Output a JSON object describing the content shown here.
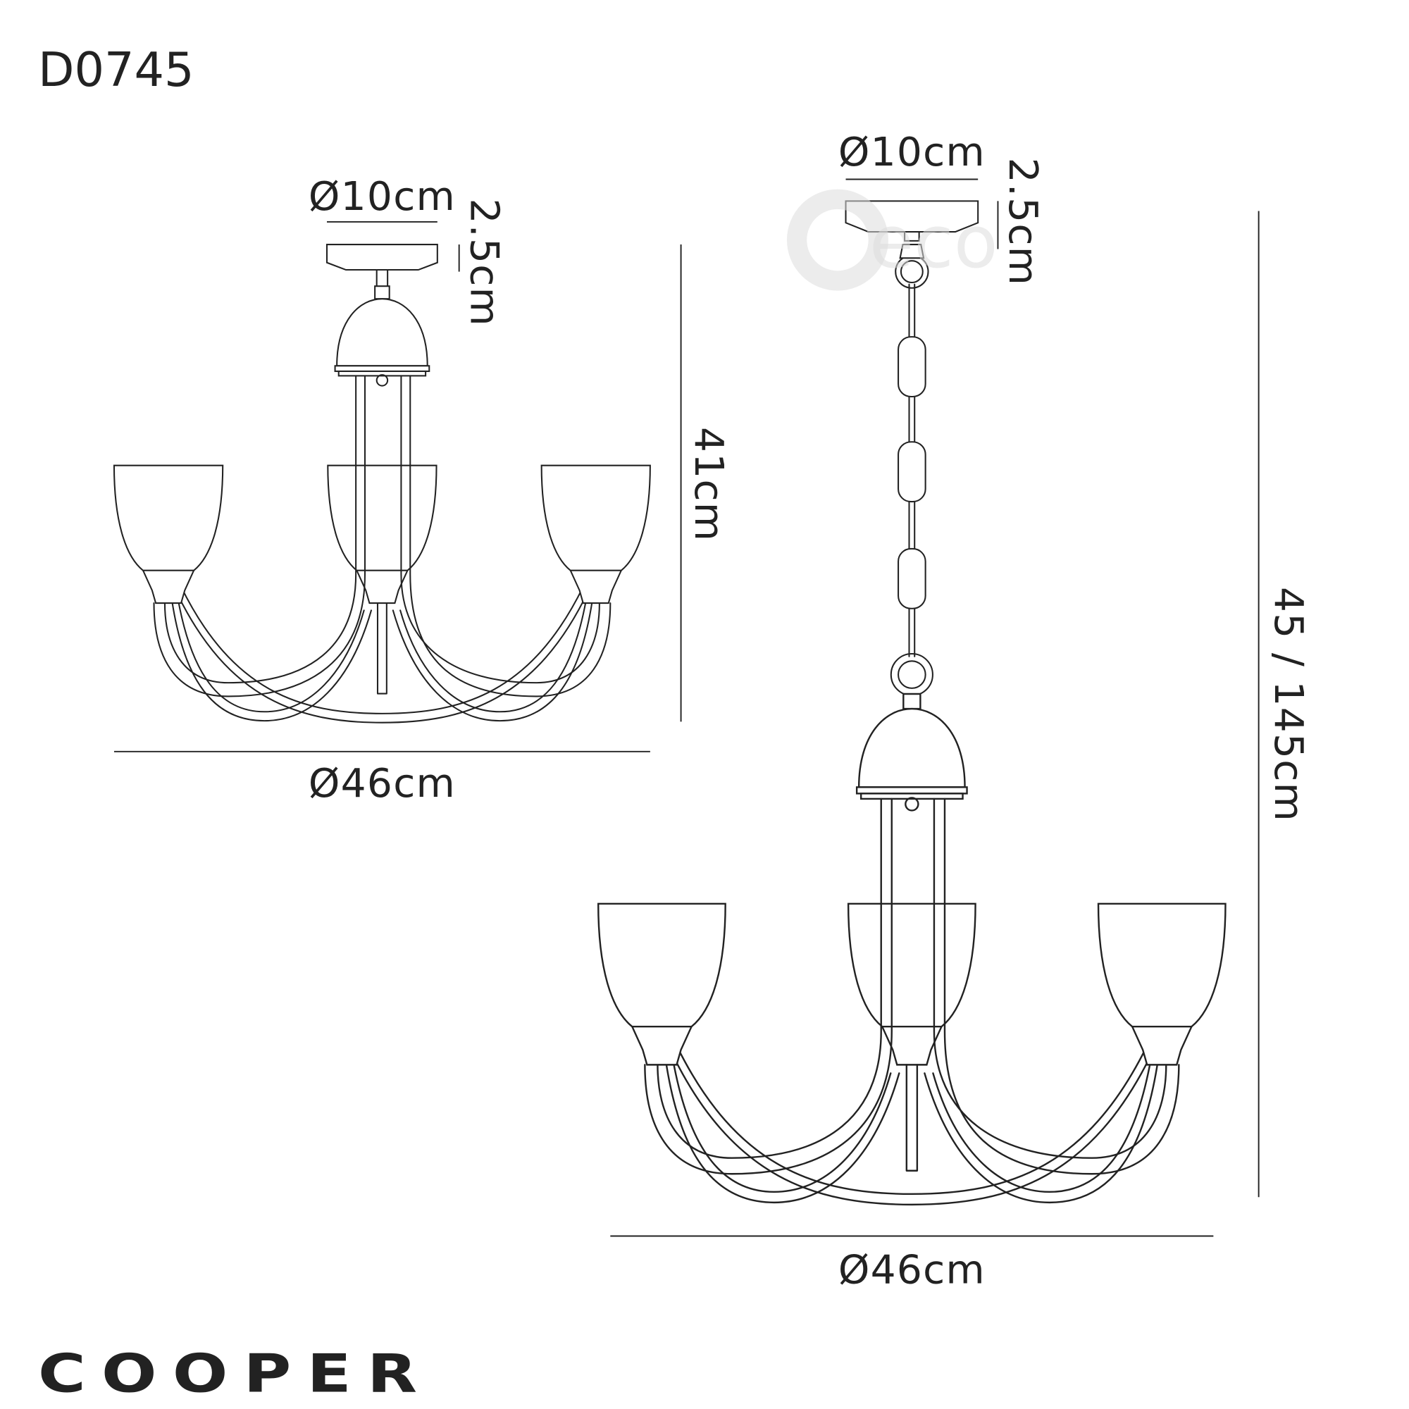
{
  "product_code": "D0745",
  "brand_name": "COOPER",
  "watermark": "deco",
  "ceiling_mounted": {
    "plate_diameter": "Ø10cm",
    "plate_height": "2.5cm",
    "height": "41cm",
    "diameter": "Ø46cm"
  },
  "pendant": {
    "plate_diameter": "Ø10cm",
    "plate_height": "2.5cm",
    "height": "45 / 145cm",
    "diameter": "Ø46cm"
  },
  "colors": {
    "line": "#222222",
    "background": "#ffffff"
  }
}
